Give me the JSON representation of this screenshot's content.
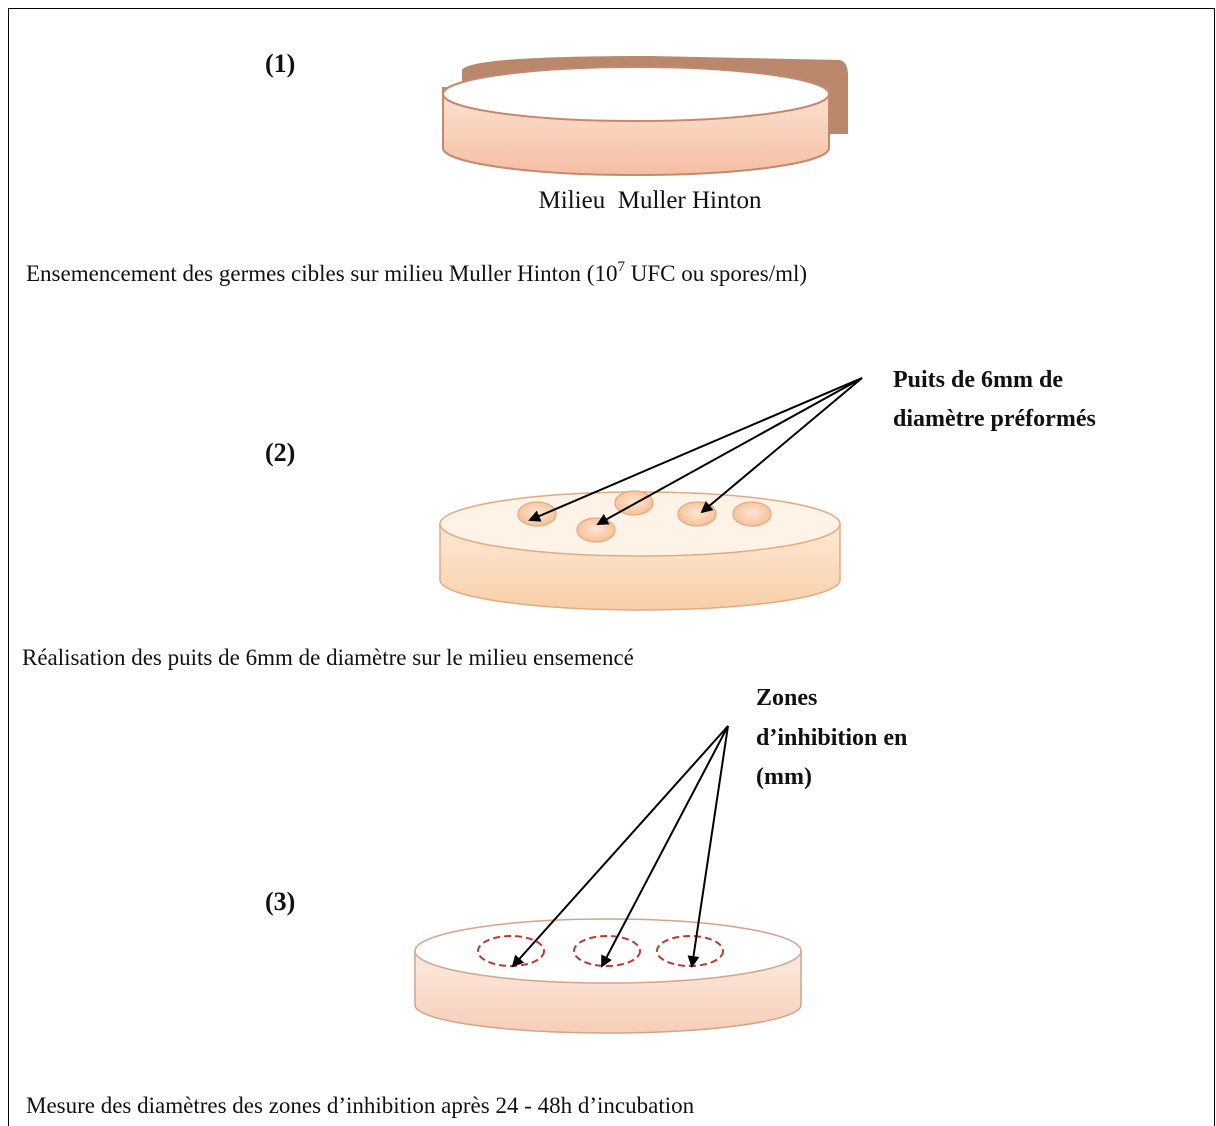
{
  "step1": {
    "label": "(1)",
    "medium": "Milieu  Muller Hinton",
    "caption": {
      "pre": "Ensemencement des germes cibles sur milieu  Muller Hinton (10",
      "sup": "7",
      "post": " UFC ou spores/ml)"
    }
  },
  "step2": {
    "label": "(2)",
    "annotation": [
      "Puits de 6mm de",
      "diamètre préformés"
    ],
    "caption": "Réalisation des puits de 6mm de diamètre sur le milieu ensemencé"
  },
  "step3": {
    "label": "(3)",
    "annotation": [
      "Zones",
      "d’inhibition en",
      "(mm)"
    ],
    "caption": "Mesure des diamètres des zones d’inhibition après 24 - 48h d’incubation"
  },
  "colors": {
    "dish_side": "#f7cbb4",
    "dish_rim": "#c9876d",
    "lid": "#b9886b",
    "well": "#f8c9a6",
    "inhibition_zone": "#c0392b"
  }
}
